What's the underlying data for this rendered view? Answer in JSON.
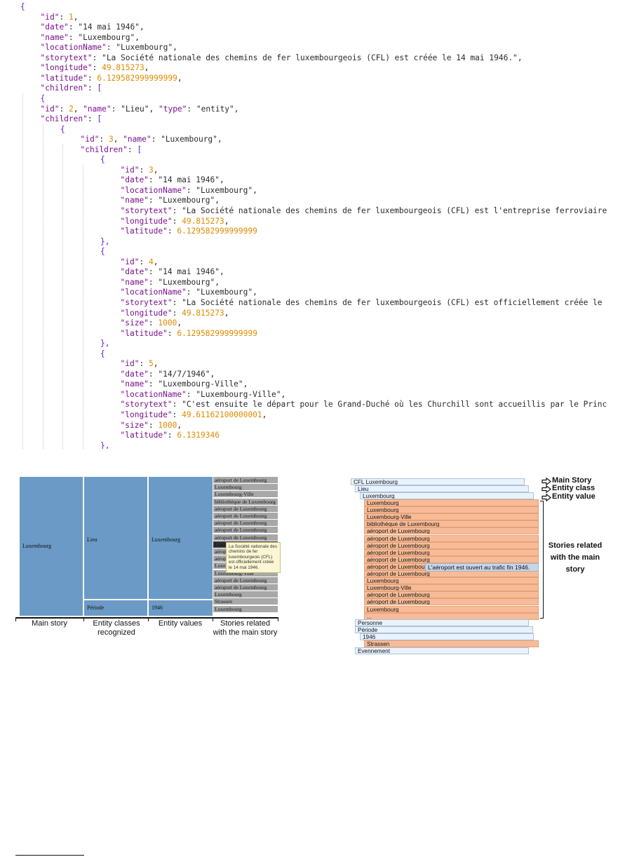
{
  "code": {
    "lines": [
      {
        "segments": [
          {
            "t": "{",
            "c": "brk"
          }
        ]
      },
      {
        "segments": [
          {
            "t": "\"id\"",
            "c": "key"
          },
          {
            "t": ": ",
            "c": "pun"
          },
          {
            "t": "1",
            "c": "num"
          },
          {
            "t": ",",
            "c": "pun"
          }
        ]
      },
      {
        "segments": [
          {
            "t": "\"date\"",
            "c": "key"
          },
          {
            "t": ": ",
            "c": "pun"
          },
          {
            "t": "\"14 mai 1946\"",
            "c": "str"
          },
          {
            "t": ",",
            "c": "pun"
          }
        ]
      },
      {
        "segments": [
          {
            "t": "\"name\"",
            "c": "key"
          },
          {
            "t": ": ",
            "c": "pun"
          },
          {
            "t": "\"Luxembourg\"",
            "c": "str"
          },
          {
            "t": ",",
            "c": "pun"
          }
        ]
      },
      {
        "segments": [
          {
            "t": "\"locationName\"",
            "c": "key"
          },
          {
            "t": ": ",
            "c": "pun"
          },
          {
            "t": "\"Luxembourg\"",
            "c": "str"
          },
          {
            "t": ",",
            "c": "pun"
          }
        ]
      },
      {
        "segments": [
          {
            "t": "\"storytext\"",
            "c": "key"
          },
          {
            "t": ": ",
            "c": "pun"
          },
          {
            "t": "\"La Société nationale des chemins de fer luxembourgeois (CFL) est créée le 14 mai 1946.\"",
            "c": "str"
          },
          {
            "t": ",",
            "c": "pun"
          }
        ]
      },
      {
        "segments": [
          {
            "t": "\"longitude\"",
            "c": "key"
          },
          {
            "t": ": ",
            "c": "pun"
          },
          {
            "t": "49.815273",
            "c": "num"
          },
          {
            "t": ",",
            "c": "pun"
          }
        ]
      },
      {
        "segments": [
          {
            "t": "\"latitude\"",
            "c": "key"
          },
          {
            "t": ": ",
            "c": "pun"
          },
          {
            "t": "6.129582999999999",
            "c": "num"
          },
          {
            "t": ",",
            "c": "pun"
          }
        ]
      },
      {
        "segments": [
          {
            "t": "\"children\"",
            "c": "key"
          },
          {
            "t": ": ",
            "c": "pun"
          },
          {
            "t": "[",
            "c": "brk"
          }
        ]
      },
      {
        "segments": [
          {
            "t": "{",
            "c": "brk"
          }
        ]
      },
      {
        "segments": [
          {
            "t": "\"id\"",
            "c": "key"
          },
          {
            "t": ": ",
            "c": "pun"
          },
          {
            "t": "2",
            "c": "num"
          },
          {
            "t": ", ",
            "c": "pun"
          },
          {
            "t": "\"name\"",
            "c": "key"
          },
          {
            "t": ": ",
            "c": "pun"
          },
          {
            "t": "\"Lieu\"",
            "c": "str"
          },
          {
            "t": ", ",
            "c": "pun"
          },
          {
            "t": "\"type\"",
            "c": "key"
          },
          {
            "t": ": ",
            "c": "pun"
          },
          {
            "t": "\"entity\"",
            "c": "str"
          },
          {
            "t": ",",
            "c": "pun"
          }
        ]
      },
      {
        "segments": [
          {
            "t": "\"children\"",
            "c": "key"
          },
          {
            "t": ": ",
            "c": "pun"
          },
          {
            "t": "[",
            "c": "brk"
          }
        ]
      },
      {
        "segments": [
          {
            "t": "{",
            "c": "brk"
          }
        ]
      },
      {
        "segments": [
          {
            "t": "\"id\"",
            "c": "key"
          },
          {
            "t": ": ",
            "c": "pun"
          },
          {
            "t": "3",
            "c": "num"
          },
          {
            "t": ", ",
            "c": "pun"
          },
          {
            "t": "\"name\"",
            "c": "key"
          },
          {
            "t": ": ",
            "c": "pun"
          },
          {
            "t": "\"Luxembourg\"",
            "c": "str"
          },
          {
            "t": ",",
            "c": "pun"
          }
        ]
      },
      {
        "segments": [
          {
            "t": "\"children\"",
            "c": "key"
          },
          {
            "t": ": ",
            "c": "pun"
          },
          {
            "t": "[",
            "c": "brk"
          }
        ]
      },
      {
        "segments": [
          {
            "t": "{",
            "c": "brk"
          }
        ]
      },
      {
        "segments": [
          {
            "t": "\"id\"",
            "c": "key"
          },
          {
            "t": ": ",
            "c": "pun"
          },
          {
            "t": "3",
            "c": "num"
          },
          {
            "t": ",",
            "c": "pun"
          }
        ]
      },
      {
        "segments": [
          {
            "t": "\"date\"",
            "c": "key"
          },
          {
            "t": ": ",
            "c": "pun"
          },
          {
            "t": "\"14 mai 1946\"",
            "c": "str"
          },
          {
            "t": ",",
            "c": "pun"
          }
        ]
      },
      {
        "segments": [
          {
            "t": "\"locationName\"",
            "c": "key"
          },
          {
            "t": ": ",
            "c": "pun"
          },
          {
            "t": "\"Luxembourg\"",
            "c": "str"
          },
          {
            "t": ",",
            "c": "pun"
          }
        ]
      },
      {
        "segments": [
          {
            "t": "\"name\"",
            "c": "key"
          },
          {
            "t": ": ",
            "c": "pun"
          },
          {
            "t": "\"Luxembourg\"",
            "c": "str"
          },
          {
            "t": ",",
            "c": "pun"
          }
        ]
      },
      {
        "segments": [
          {
            "t": "\"storytext\"",
            "c": "key"
          },
          {
            "t": ": ",
            "c": "pun"
          },
          {
            "t": "\"La Société nationale des chemins de fer luxembourgeois (CFL) est l'entreprise ferroviaire",
            "c": "str"
          }
        ]
      },
      {
        "segments": [
          {
            "t": "\"longitude\"",
            "c": "key"
          },
          {
            "t": ": ",
            "c": "pun"
          },
          {
            "t": "49.815273",
            "c": "num"
          },
          {
            "t": ",",
            "c": "pun"
          }
        ]
      },
      {
        "segments": [
          {
            "t": "\"latitude\"",
            "c": "key"
          },
          {
            "t": ": ",
            "c": "pun"
          },
          {
            "t": "6.129582999999999",
            "c": "num"
          }
        ]
      },
      {
        "segments": [
          {
            "t": "},",
            "c": "brk"
          }
        ]
      },
      {
        "segments": [
          {
            "t": "{",
            "c": "brk"
          }
        ]
      },
      {
        "segments": [
          {
            "t": "\"id\"",
            "c": "key"
          },
          {
            "t": ": ",
            "c": "pun"
          },
          {
            "t": "4",
            "c": "num"
          },
          {
            "t": ",",
            "c": "pun"
          }
        ]
      },
      {
        "segments": [
          {
            "t": "\"date\"",
            "c": "key"
          },
          {
            "t": ": ",
            "c": "pun"
          },
          {
            "t": "\"14 mai 1946\"",
            "c": "str"
          },
          {
            "t": ",",
            "c": "pun"
          }
        ]
      },
      {
        "segments": [
          {
            "t": "\"name\"",
            "c": "key"
          },
          {
            "t": ": ",
            "c": "pun"
          },
          {
            "t": "\"Luxembourg\"",
            "c": "str"
          },
          {
            "t": ",",
            "c": "pun"
          }
        ]
      },
      {
        "segments": [
          {
            "t": "\"locationName\"",
            "c": "key"
          },
          {
            "t": ": ",
            "c": "pun"
          },
          {
            "t": "\"Luxembourg\"",
            "c": "str"
          },
          {
            "t": ",",
            "c": "pun"
          }
        ]
      },
      {
        "segments": [
          {
            "t": "\"storytext\"",
            "c": "key"
          },
          {
            "t": ": ",
            "c": "pun"
          },
          {
            "t": "\"La Société nationale des chemins de fer luxembourgeois (CFL) est officiellement créée le",
            "c": "str"
          }
        ]
      },
      {
        "segments": [
          {
            "t": "\"longitude\"",
            "c": "key"
          },
          {
            "t": ": ",
            "c": "pun"
          },
          {
            "t": "49.815273",
            "c": "num"
          },
          {
            "t": ",",
            "c": "pun"
          }
        ]
      },
      {
        "segments": [
          {
            "t": "\"size\"",
            "c": "key"
          },
          {
            "t": ": ",
            "c": "pun"
          },
          {
            "t": "1000",
            "c": "num"
          },
          {
            "t": ",",
            "c": "pun"
          }
        ]
      },
      {
        "segments": [
          {
            "t": "\"latitude\"",
            "c": "key"
          },
          {
            "t": ": ",
            "c": "pun"
          },
          {
            "t": "6.129582999999999",
            "c": "num"
          }
        ]
      },
      {
        "segments": [
          {
            "t": "},",
            "c": "brk"
          }
        ]
      },
      {
        "segments": [
          {
            "t": "{",
            "c": "brk"
          }
        ]
      },
      {
        "segments": [
          {
            "t": "\"id\"",
            "c": "key"
          },
          {
            "t": ": ",
            "c": "pun"
          },
          {
            "t": "5",
            "c": "num"
          },
          {
            "t": ",",
            "c": "pun"
          }
        ]
      },
      {
        "segments": [
          {
            "t": "\"date\"",
            "c": "key"
          },
          {
            "t": ": ",
            "c": "pun"
          },
          {
            "t": "\"14/7/1946\"",
            "c": "str"
          },
          {
            "t": ",",
            "c": "pun"
          }
        ]
      },
      {
        "segments": [
          {
            "t": "\"name\"",
            "c": "key"
          },
          {
            "t": ": ",
            "c": "pun"
          },
          {
            "t": "\"Luxembourg-Ville\"",
            "c": "str"
          },
          {
            "t": ",",
            "c": "pun"
          }
        ]
      },
      {
        "segments": [
          {
            "t": "\"locationName\"",
            "c": "key"
          },
          {
            "t": ": ",
            "c": "pun"
          },
          {
            "t": "\"Luxembourg-Ville\"",
            "c": "str"
          },
          {
            "t": ",",
            "c": "pun"
          }
        ]
      },
      {
        "segments": [
          {
            "t": "\"storytext\"",
            "c": "key"
          },
          {
            "t": ": ",
            "c": "pun"
          },
          {
            "t": "\"C'est ensuite le départ pour le Grand-Duché où les Churchill sont accueillis par le Princ",
            "c": "str"
          }
        ]
      },
      {
        "segments": [
          {
            "t": "\"longitude\"",
            "c": "key"
          },
          {
            "t": ": ",
            "c": "pun"
          },
          {
            "t": "49.61162100000001",
            "c": "num"
          },
          {
            "t": ",",
            "c": "pun"
          }
        ]
      },
      {
        "segments": [
          {
            "t": "\"size\"",
            "c": "key"
          },
          {
            "t": ": ",
            "c": "pun"
          },
          {
            "t": "1000",
            "c": "num"
          },
          {
            "t": ",",
            "c": "pun"
          }
        ]
      },
      {
        "segments": [
          {
            "t": "\"latitude\"",
            "c": "key"
          },
          {
            "t": ": ",
            "c": "pun"
          },
          {
            "t": "6.1319346",
            "c": "num"
          }
        ]
      },
      {
        "segments": [
          {
            "t": "},",
            "c": "brk"
          }
        ]
      }
    ]
  },
  "treemap": {
    "main_story": "Luxembourg",
    "entity_classes": [
      "Lieu",
      "Période"
    ],
    "entity_values": [
      "Luxembourg",
      "1946"
    ],
    "stories": [
      "aéroport de Luxembourg",
      "Luxembourg",
      "Luxembourg-Ville",
      "bibliothèque de Luxembourg",
      "aéroport de Luxembourg",
      "aéroport de Luxembourg",
      "aéroport de Luxembourg",
      "aéroport de Luxembourg",
      "aéroport de Luxembourg",
      "Luxembourg",
      "aéroport de Luxembourg",
      "aéroport de Luxembourg",
      "Luxembourg",
      "Luxembourg-Ville",
      "aéroport de Luxembourg",
      "aéroport de Luxembourg",
      "Luxembourg",
      "Strassen",
      "Luxembourg"
    ],
    "tooltip": "La Société nationale des chemins de fer luxembourgeois (CFL) est officiellement créée le 14 mai 1946.",
    "colors": {
      "block": "#6a9ac5",
      "story": "#a8a8a8",
      "story_selected": "#303030",
      "tooltip_bg": "#fbf6d3"
    },
    "labels": {
      "main_story": "Main story",
      "entity_classes": "Entity classes recognized",
      "entity_values": "Entity values",
      "stories": "Stories related with the main story"
    }
  },
  "tree": {
    "root": "CFL Luxembourg",
    "class_lieu": "Lieu",
    "value_luxembourg": "Luxembourg",
    "stories": [
      "Luxembourg",
      "Luxembourg",
      "Luxembourg-Ville",
      "bibliothèque de Luxembourg",
      "aéroport de Luxembourg",
      "aéroport de Luxembourg",
      "aéroport de Luxembourg",
      "aéroport de Luxembourg",
      "aéroport de Luxembourg",
      "aéroport de Luxembourg",
      "aéroport de Luxembourg",
      "Luxembourg",
      "Luxembourg-Ville",
      "aéroport de Luxembourg",
      "aéroport de Luxembourg",
      "Luxembourg",
      "..."
    ],
    "class_personne": "Personne",
    "class_periode": "Période",
    "value_1946": "1946",
    "story_strassen": "Strassen",
    "class_evenement": "Evennement",
    "tooltip": "L'aéroport est ouvert au trafic fin 1946.",
    "legend": {
      "main_story": "Main Story",
      "entity_class": "Entity class",
      "entity_value": "Entity value",
      "related": "Stories related with the main story"
    },
    "colors": {
      "class_row": "#eaf2fb",
      "story_row": "#f7bc97"
    }
  }
}
